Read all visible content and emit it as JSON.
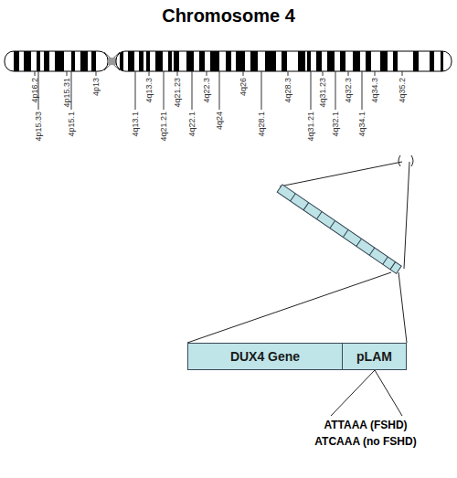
{
  "diagram": {
    "title": "Chromosome 4",
    "nodes": [
      {
        "text": [
          "DUX4 Gene"
        ]
      },
      {
        "text": [
          "pLAM"
        ]
      }
    ],
    "labels": [
      "4p16.2",
      "4p15.33",
      "4p15.31",
      "4p15.1",
      "4p13",
      "4q13.1",
      "4q13.3",
      "4q21.21",
      "4q21.23",
      "4q22.1",
      "4q22.3",
      "4q24",
      "4q26",
      "4q28.1",
      "4q28.3",
      "4q31.21",
      "4q31.23",
      "4q32.1",
      "4q32.3",
      "4q34.1",
      "4q34.3",
      "4q35.2",
      "ATTAAA (FSHD)",
      "ATCAAA (no FSHD)"
    ]
  }
}
